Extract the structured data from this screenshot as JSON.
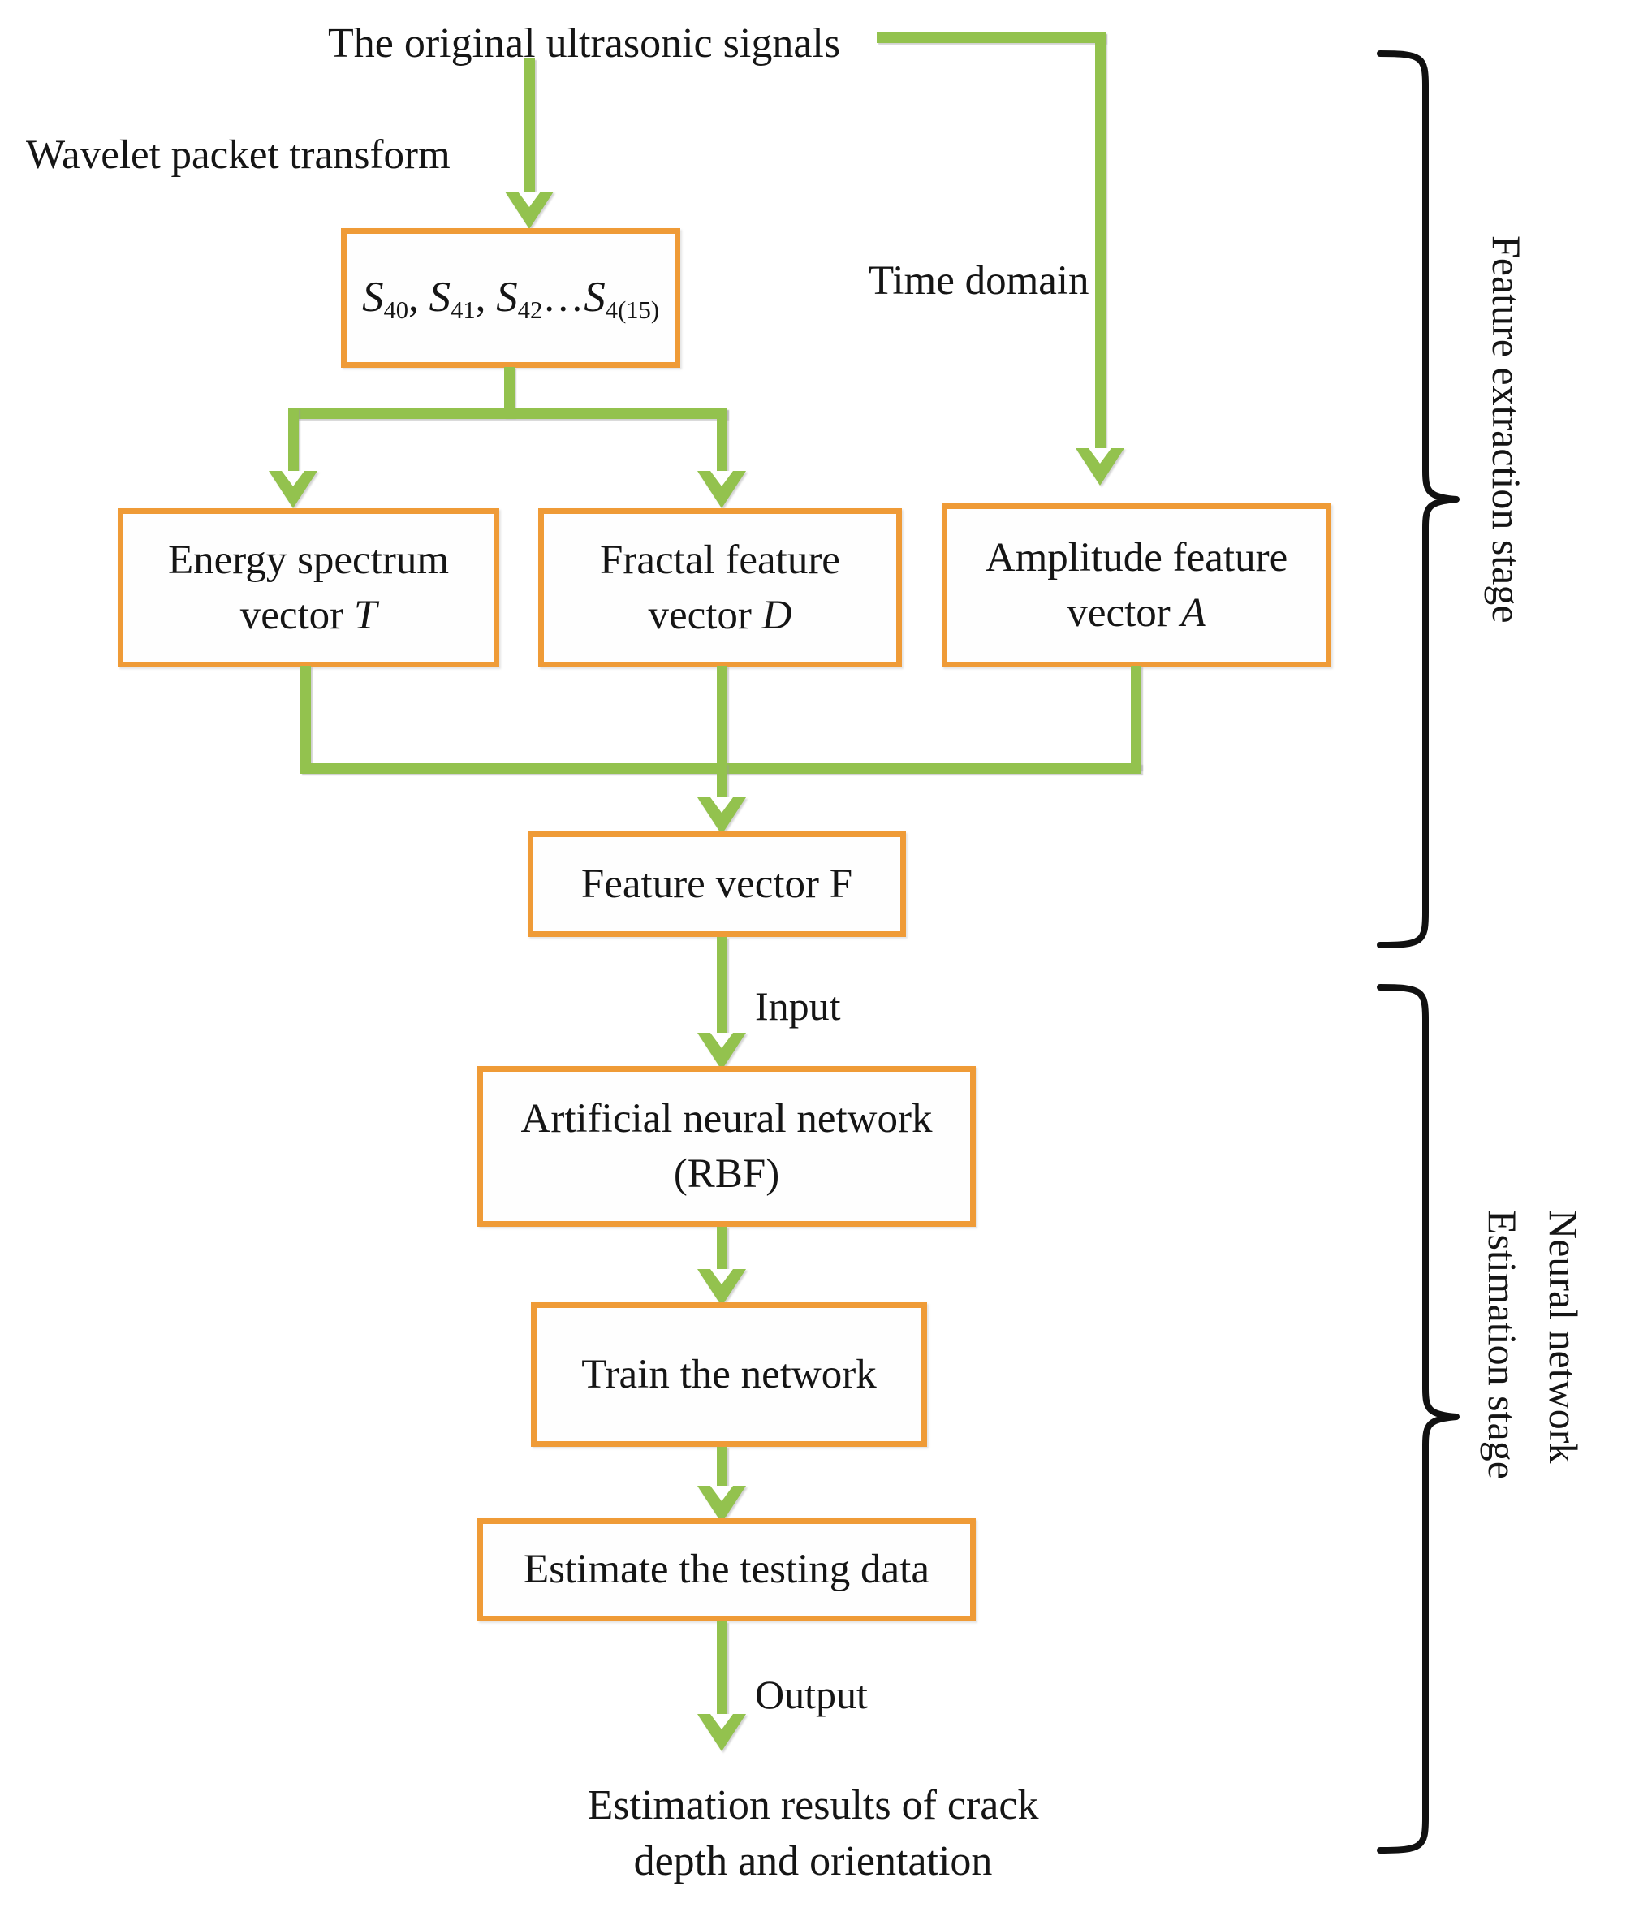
{
  "diagram": {
    "title_text": "The original ultrasonic signals",
    "side_note_left": "Wavelet packet transform",
    "side_note_right": "Time domain",
    "input_label": "Input",
    "output_label": "Output",
    "final_line1": "Estimation results of crack",
    "final_line2": "depth and orientation",
    "colors": {
      "box_border": "#ef9b37",
      "arrow_green": "#93c24e",
      "box_fill": "#fefefe",
      "text": "#151515",
      "brace": "#111111"
    },
    "boxes": {
      "wavelet_coeffs": {
        "s_base": "S",
        "sub_0": "40",
        "sep_0": ", ",
        "sub_1": "41",
        "sep_1": ", ",
        "sub_2": "42",
        "ellipsis": "…",
        "sub_3": "4(15)"
      },
      "energy": {
        "line1": "Energy spectrum",
        "line2_prefix": "vector ",
        "line2_symbol": "T"
      },
      "fractal": {
        "line1": "Fractal feature",
        "line2_prefix": "vector ",
        "line2_symbol": "D"
      },
      "amplitude": {
        "line1": "Amplitude feature",
        "line2_prefix": "vector ",
        "line2_symbol": "A"
      },
      "feature_vector": {
        "line1": "Feature vector F"
      },
      "ann": {
        "line1": "Artificial neural network",
        "line2": "(RBF)"
      },
      "train": {
        "line1": "Train the network"
      },
      "estimate": {
        "line1": "Estimate the testing data"
      }
    },
    "braces": {
      "upper": {
        "label": "Feature extraction stage",
        "glyph": "}"
      },
      "lower": {
        "label_outer": "Neural network",
        "label_inner": "Estimation stage",
        "glyph": "}"
      }
    }
  }
}
